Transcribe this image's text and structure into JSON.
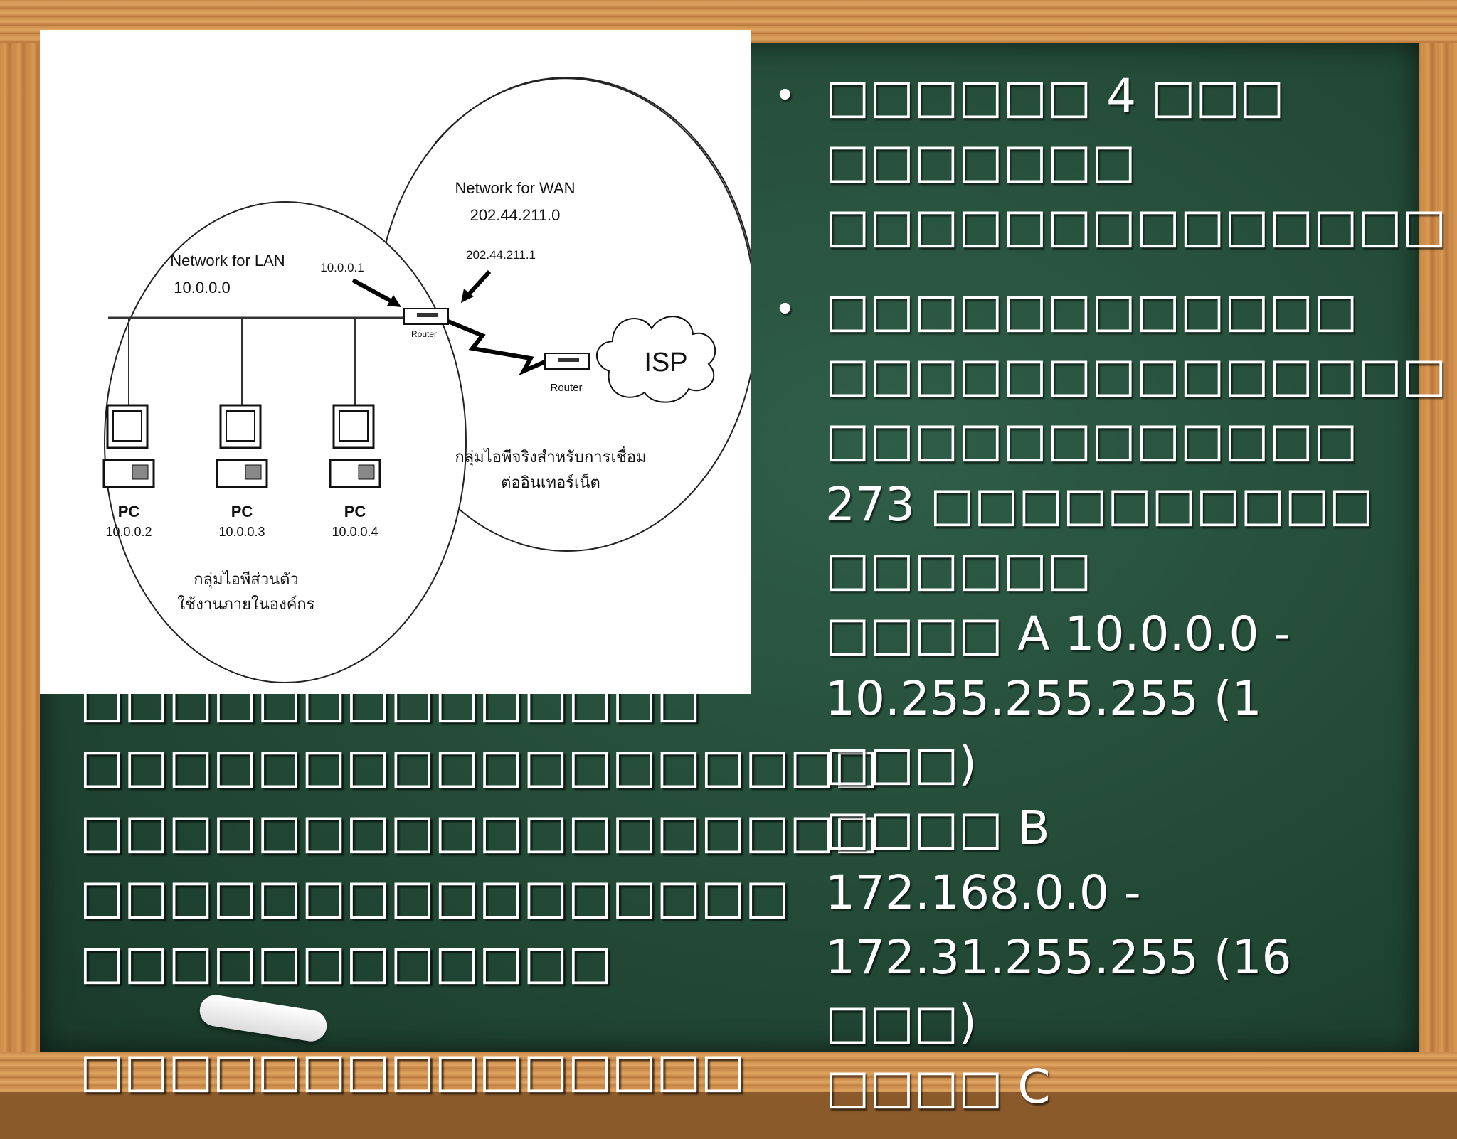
{
  "diagram": {
    "lan_title": "Network for LAN",
    "lan_address": "10.0.0.0",
    "wan_title": "Network for WAN",
    "wan_address": "202.44.211.0",
    "router_lan_ip": "10.0.0.1",
    "router_wan_ip": "202.44.211.1",
    "router_label": "Router",
    "isp_label": "ISP",
    "pcs": [
      {
        "label": "PC",
        "ip": "10.0.0.2"
      },
      {
        "label": "PC",
        "ip": "10.0.0.3"
      },
      {
        "label": "PC",
        "ip": "10.0.0.4"
      }
    ],
    "lan_caption_1": "กลุ่มไอพีส่วนตัว",
    "lan_caption_2": "ใช้งานภายในองค์กร",
    "wan_caption_1": "กลุ่มไอพีจริงสำหรับการเชื่อม",
    "wan_caption_2": "ต่ออินเทอร์เน็ต"
  },
  "right_column": {
    "bullet1": [
      "□□□□□□ 4 □□□",
      "□□□□□□□",
      "□□□□□□□□□□□□□□"
    ],
    "bullet2": [
      "□□□□□□□□□□□□",
      "□□□□□□□□□□□□□□",
      "□□□□□□□□□□□□",
      "273 □□□□□□□□□□",
      "□□□□□□",
      "□□□□ A 10.0.0.0 -",
      "10.255.255.255 (1",
      "□□□)",
      "□□□□ B",
      "172.168.0.0 -",
      "172.31.255.255 (16",
      "□□□)",
      "□□□□ C"
    ]
  },
  "left_column": {
    "lines": [
      "□□□□□□□□□□□□□□",
      "□□□□□□□□□□□□□□□□□□",
      "□□□□□□□□□□□□□□□□□□",
      "□□□□□□□□□□□□□□□□",
      "□□□□□□□□□□□□",
      "",
      "□□□□□□□□□□□□□□□"
    ]
  }
}
